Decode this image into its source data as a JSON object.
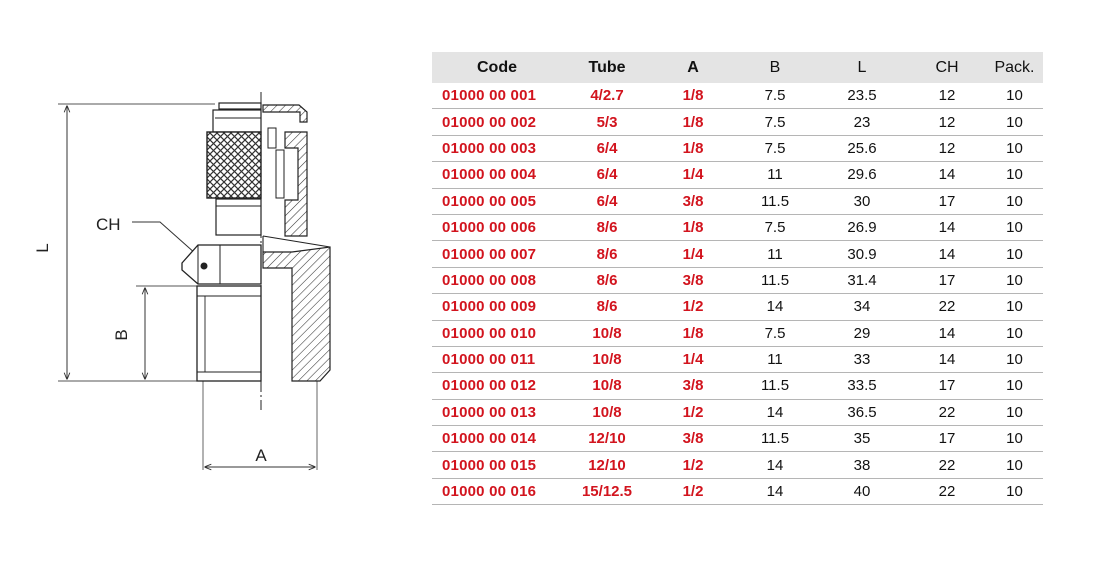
{
  "drawing": {
    "label_l": "L",
    "label_b": "B",
    "label_ch": "CH",
    "label_a": "A"
  },
  "table": {
    "headers": [
      "Code",
      "Tube",
      "A",
      "B",
      "L",
      "CH",
      "Pack."
    ],
    "rows": [
      [
        "01000 00 001",
        "4/2.7",
        "1/8",
        "7.5",
        "23.5",
        "12",
        "10"
      ],
      [
        "01000 00 002",
        "5/3",
        "1/8",
        "7.5",
        "23",
        "12",
        "10"
      ],
      [
        "01000 00 003",
        "6/4",
        "1/8",
        "7.5",
        "25.6",
        "12",
        "10"
      ],
      [
        "01000 00 004",
        "6/4",
        "1/4",
        "11",
        "29.6",
        "14",
        "10"
      ],
      [
        "01000 00 005",
        "6/4",
        "3/8",
        "11.5",
        "30",
        "17",
        "10"
      ],
      [
        "01000 00 006",
        "8/6",
        "1/8",
        "7.5",
        "26.9",
        "14",
        "10"
      ],
      [
        "01000 00 007",
        "8/6",
        "1/4",
        "11",
        "30.9",
        "14",
        "10"
      ],
      [
        "01000 00 008",
        "8/6",
        "3/8",
        "11.5",
        "31.4",
        "17",
        "10"
      ],
      [
        "01000 00 009",
        "8/6",
        "1/2",
        "14",
        "34",
        "22",
        "10"
      ],
      [
        "01000 00 010",
        "10/8",
        "1/8",
        "7.5",
        "29",
        "14",
        "10"
      ],
      [
        "01000 00 011",
        "10/8",
        "1/4",
        "11",
        "33",
        "14",
        "10"
      ],
      [
        "01000 00 012",
        "10/8",
        "3/8",
        "11.5",
        "33.5",
        "17",
        "10"
      ],
      [
        "01000 00 013",
        "10/8",
        "1/2",
        "14",
        "36.5",
        "22",
        "10"
      ],
      [
        "01000 00 014",
        "12/10",
        "3/8",
        "11.5",
        "35",
        "17",
        "10"
      ],
      [
        "01000 00 015",
        "12/10",
        "1/2",
        "14",
        "38",
        "22",
        "10"
      ],
      [
        "01000 00 016",
        "15/12.5",
        "1/2",
        "14",
        "40",
        "22",
        "10"
      ]
    ]
  }
}
